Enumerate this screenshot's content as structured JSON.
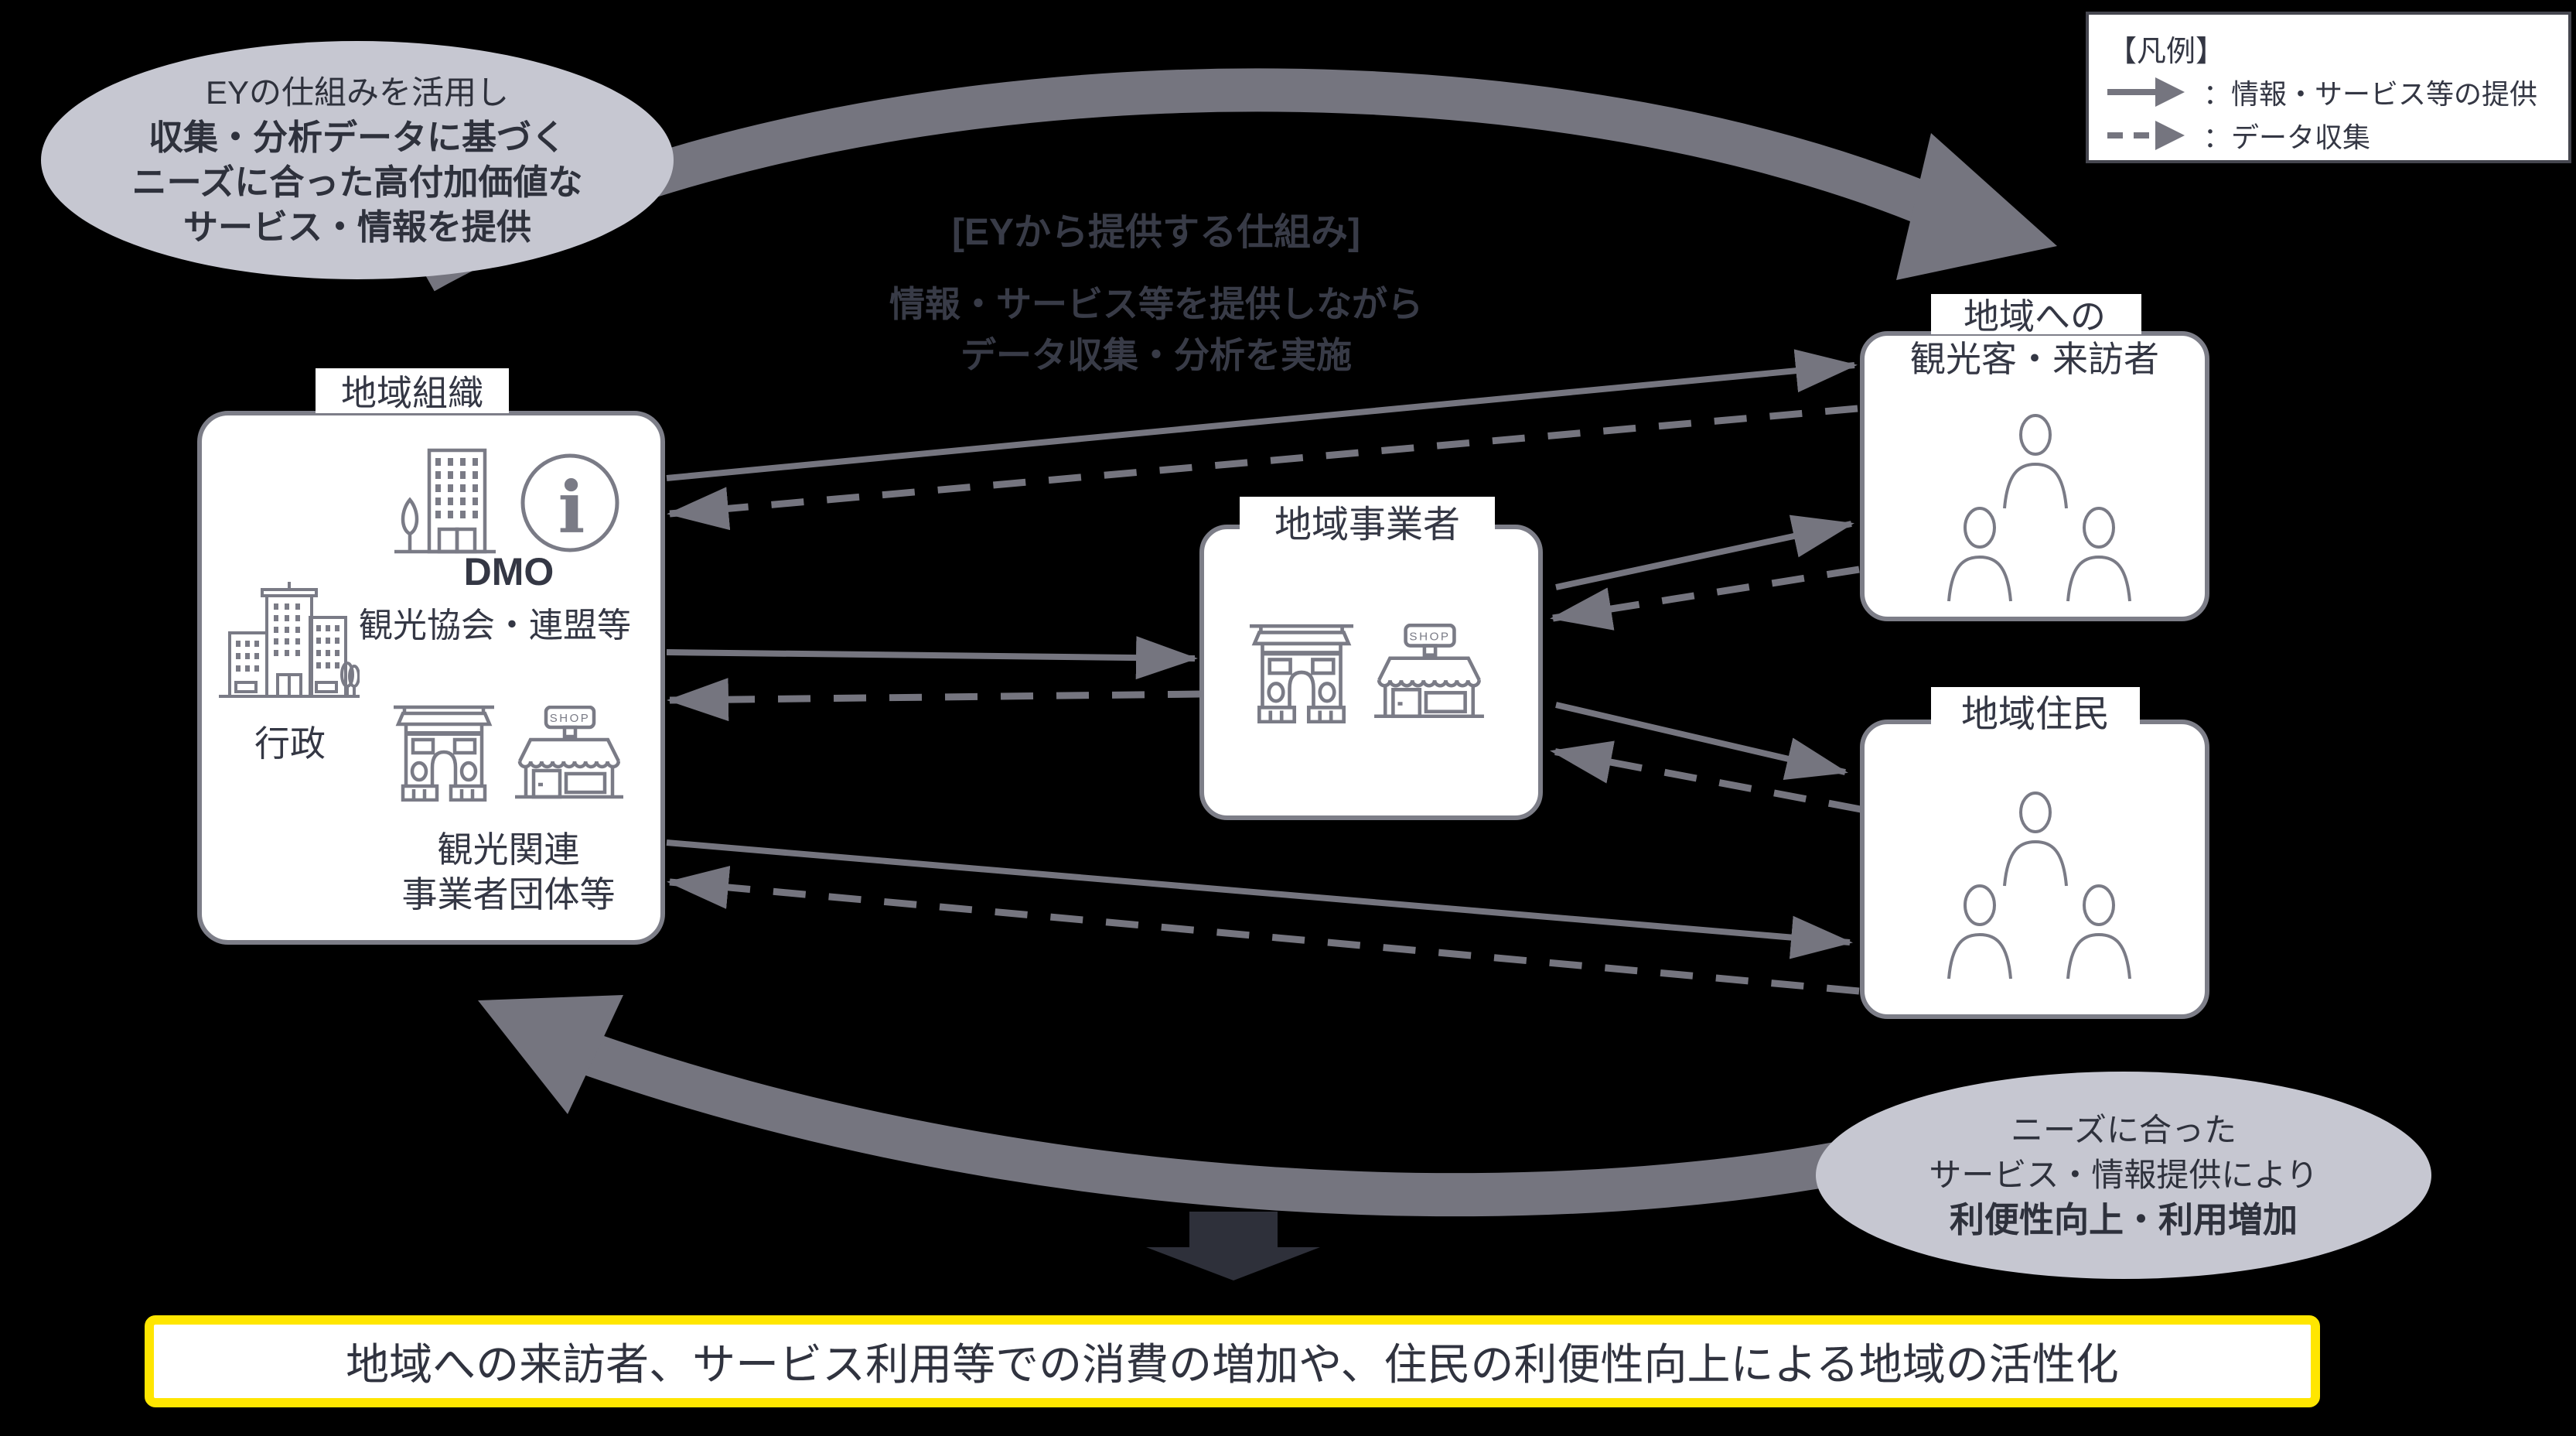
{
  "colors": {
    "background": "#000000",
    "arrow_gray": "#75757f",
    "dark_arrow": "#2e303a",
    "bubble_fill": "#c6c7d1",
    "box_border": "#7d7e88",
    "icon_stroke": "#7a7b86",
    "text_dark": "#343744",
    "banner_border": "#ffe600"
  },
  "legend": {
    "title": "【凡例】",
    "items": [
      {
        "label": "：情報・サービス等の提供",
        "style": "solid"
      },
      {
        "label": "：データ収集",
        "style": "dashed"
      }
    ]
  },
  "top_left_bubble": {
    "line1": "EYの仕組みを活用し",
    "line2": "収集・分析データに基づく",
    "line3": "ニーズに合った高付加価値な",
    "line4": "サービス・情報を提供"
  },
  "ey_scheme": {
    "title": "[EYから提供する仕組み]",
    "line1": "情報・サービス等を提供しながら",
    "line2": "データ収集・分析を実施"
  },
  "regional_org": {
    "title": "地域組織",
    "dmo": "DMO",
    "dmo_sub": "観光協会・連盟等",
    "government": "行政",
    "tourism_related_1": "観光関連",
    "tourism_related_2": "事業者団体等"
  },
  "regional_business": {
    "title": "地域事業者"
  },
  "tourists": {
    "title_line1": "地域への",
    "title_line2": "観光客・来訪者"
  },
  "residents": {
    "title": "地域住民"
  },
  "bottom_right_bubble": {
    "line1": "ニーズに合った",
    "line2": "サービス・情報提供により",
    "line3": "利便性向上・利用増加"
  },
  "banner": {
    "text": "地域への来訪者、サービス利用等での消費の増加や、住民の利便性向上による地域の活性化"
  },
  "icons": {
    "shop_sign": "SHOP",
    "info_glyph": "i"
  }
}
